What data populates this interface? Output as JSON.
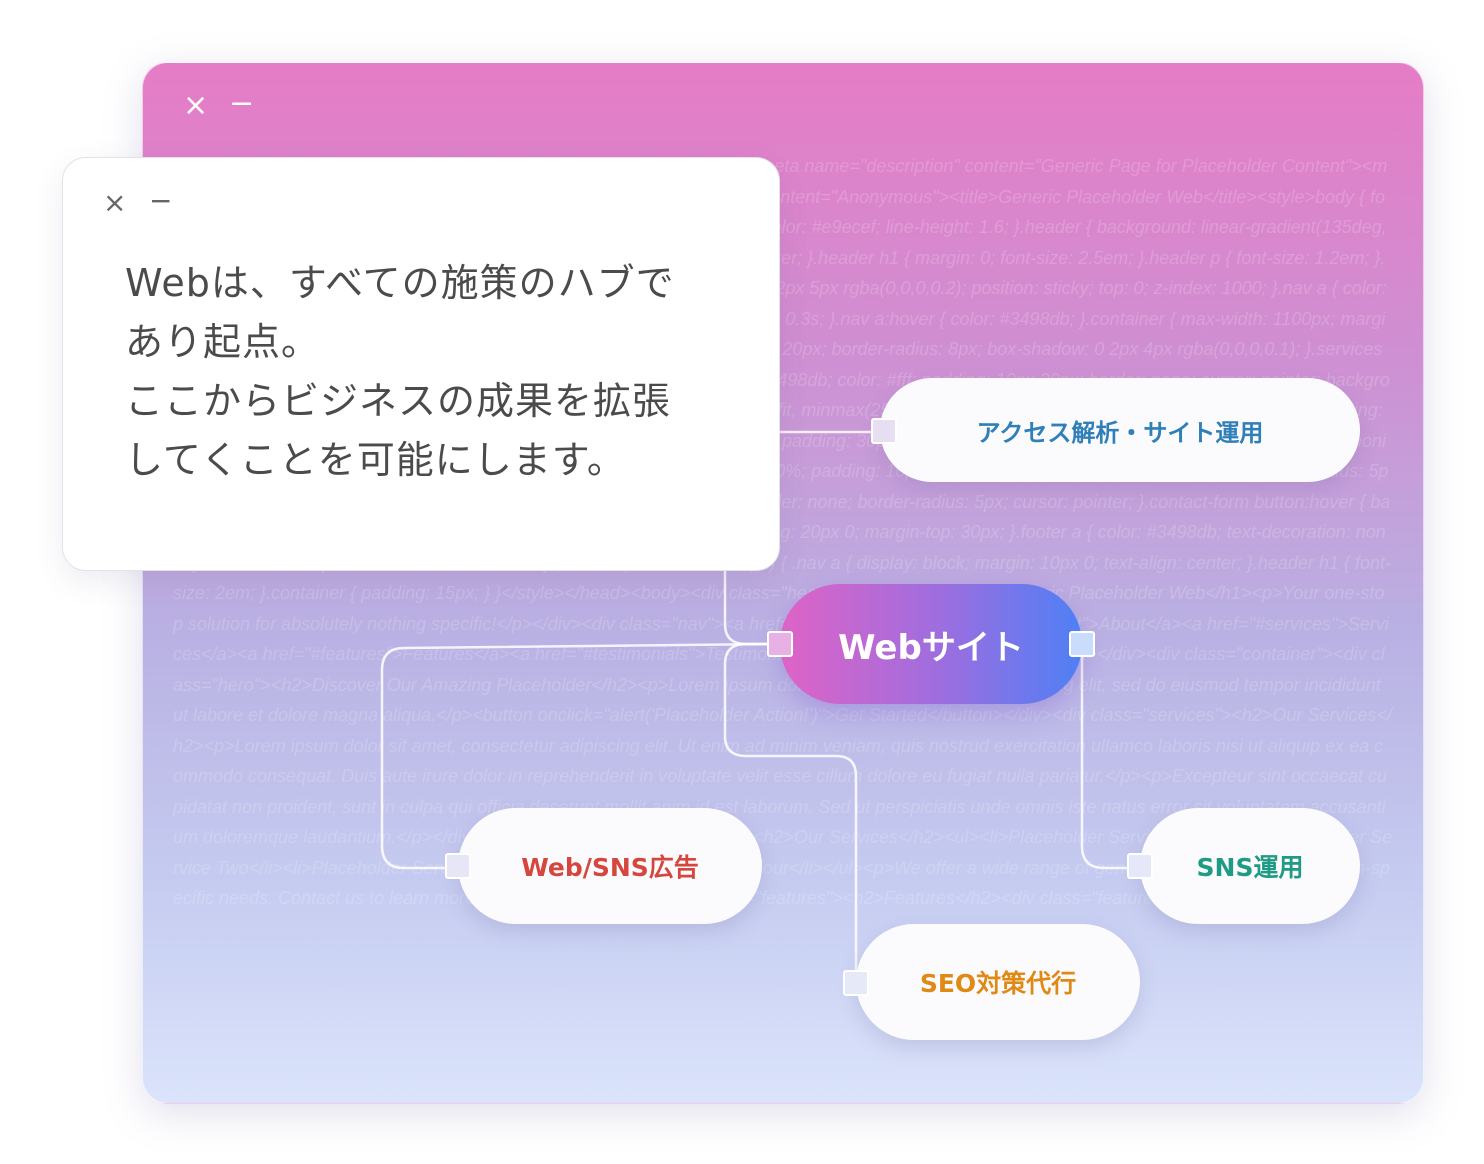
{
  "back_window": {
    "close_glyph": "×",
    "minimize_glyph": "−",
    "code_text": "<meta name=\"viewport\" content=\"width=device-width, initial-scale=1.0\"><meta name=\"description\" content=\"Generic Page for Placeholder Content\"><meta name=\"keywords\" content=\"web, placeholder\"><meta name=\"author\" content=\"Anonymous\"><title>Generic Placeholder Web</title><style>body { font-family: Arial, sans-serif; margin: 0; padding: 0; color: #333; background-color: #e9ecef; line-height: 1.6; }.header { background: linear-gradient(135deg, #6a11cb 0%, #2575fc 100%); color: #fff; padding: 60px 20px; text-align: center; }.header h1 { margin: 0; font-size: 2.5em; }.header p { font-size: 1.2em; }.nav { background: #333; padding: 10px 0; text-align: center; box-shadow: 0 2px 5px rgba(0,0,0,0.2); position: sticky; top: 0; z-index: 1000; }.nav a { color: #fff; margin: 0 15px; text-decoration: none; font-weight: bold; transition: color 0.3s; }.nav a:hover { color: #3498db; }.container { max-width: 1100px; margin: auto; padding: 20px; }.hero { background: #fff; padding: 25px; margin-top: 20px; border-radius: 8px; box-shadow: 0 2px 4px rgba(0,0,0,0.1); }.services { margin-top: 30px; }.services h2 { color: #2980b9; }.button { background: #3498db; color: #fff; padding: 10px 20px; border: none; cursor: pointer; background: #2980b9; }.features { display: grid; grid-template-columns: repeat(auto-fit, minmax(250px, 1fr)); gap: 20px; }.feature { background: #f8f9fa; padding: 20px; border-radius: 8px; text-align: center; }.testimonials { background: #fff; padding: 30px; border-radius: 8px; }.testimonial { margin: 15px 0; }.testimonial p { font-style: italic; }.contact-form input, .contact-form textarea { width: 100%; padding: 10px; margin: 10px 0; border: 1px solid #ddd; border-radius: 5px; }.contact-form button { background: #3e50; color: #fff; padding: 10px; border: none; border-radius: 5px; cursor: pointer; }.contact-form button:hover { background: #34495e; }.footer { background: #ecf0f1; text-align: center; padding: 20px 0; margin-top: 30px; }.footer a { color: #3498db; text-decoration: none; }.footer a:hover { text-decoration: underline; }@media (max-width: 768px) { .nav a { display: block; margin: 10px 0; text-align: center; }.header h1 { font-size: 2em; }.container { padding: 15px; } }</style></head><body><div class=\"header\"><h1>Welcome to Generic Placeholder Web</h1><p>Your one-stop solution for absolutely nothing specific!</p></div><div class=\"nav\"><a href=\"#home\">Home</a><a href=\"#about\">About</a><a href=\"#services\">Services</a><a href=\"#features\">Features</a><a href=\"#testimonials\">Testimonials</a><a href=\"#contact\">Contact</a></div><div class=\"container\"><div class=\"hero\"><h2>Discover Our Amazing Placeholder</h2><p>Lorem ipsum dolor sit amet, consectetur adipiscing elit, sed do eiusmod tempor incididunt ut labore et dolore magna aliqua.</p><button onclick=\"alert('Placeholder Action!')\">Get Started</button></div><div class=\"services\"><h2>Our Services</h2><p>Lorem ipsum dolor sit amet, consectetur adipiscing elit. Ut enim ad minim veniam, quis nostrud exercitation ullamco laboris nisi ut aliquip ex ea commodo consequat. Duis aute irure dolor in reprehenderit in voluptate velit esse cillum dolore eu fugiat nulla pariatur.</p><p>Excepteur sint occaecat cupidatat non proident, sunt in culpa qui officia deserunt mollit anim id est laborum. Sed ut perspiciatis unde omnis iste natus error sit voluptatem accusantium doloremque laudantium.</p></div><div class=\"button\" id=\"services\"><h2>Our Services</h2><ul><li>Placeholder Service One</li><li>Placeholder Service Two</li><li>Placeholder Service Three</li><li>Placeholder Service Four</li></ul><p>We offer a wide range of generic services to meet your non-specific needs. Contact us to learn more.</p></div><div class=\"section\" id=\"features\"><h2>Features</h2><div class=\"features\">"
  },
  "front_window": {
    "close_glyph": "×",
    "minimize_glyph": "−",
    "lines": [
      "Webは、すべての施策のハブで",
      "あり起点。",
      "ここからビジネスの成果を拡張",
      "してくことを可能にします。"
    ]
  },
  "nodes": {
    "center": "Webサイト",
    "access": "アクセス解析・サイト運用",
    "ads": "Web/SNS広告",
    "sns": "SNS運用",
    "seo": "SEO対策代行"
  },
  "colors": {
    "access": "#2f7fb8",
    "ads": "#d5473e",
    "sns": "#1f9a84",
    "seo": "#e08a16",
    "center_gradient_start": "#df63c6",
    "center_gradient_end": "#4e80f5",
    "connector": "#ffffff"
  }
}
